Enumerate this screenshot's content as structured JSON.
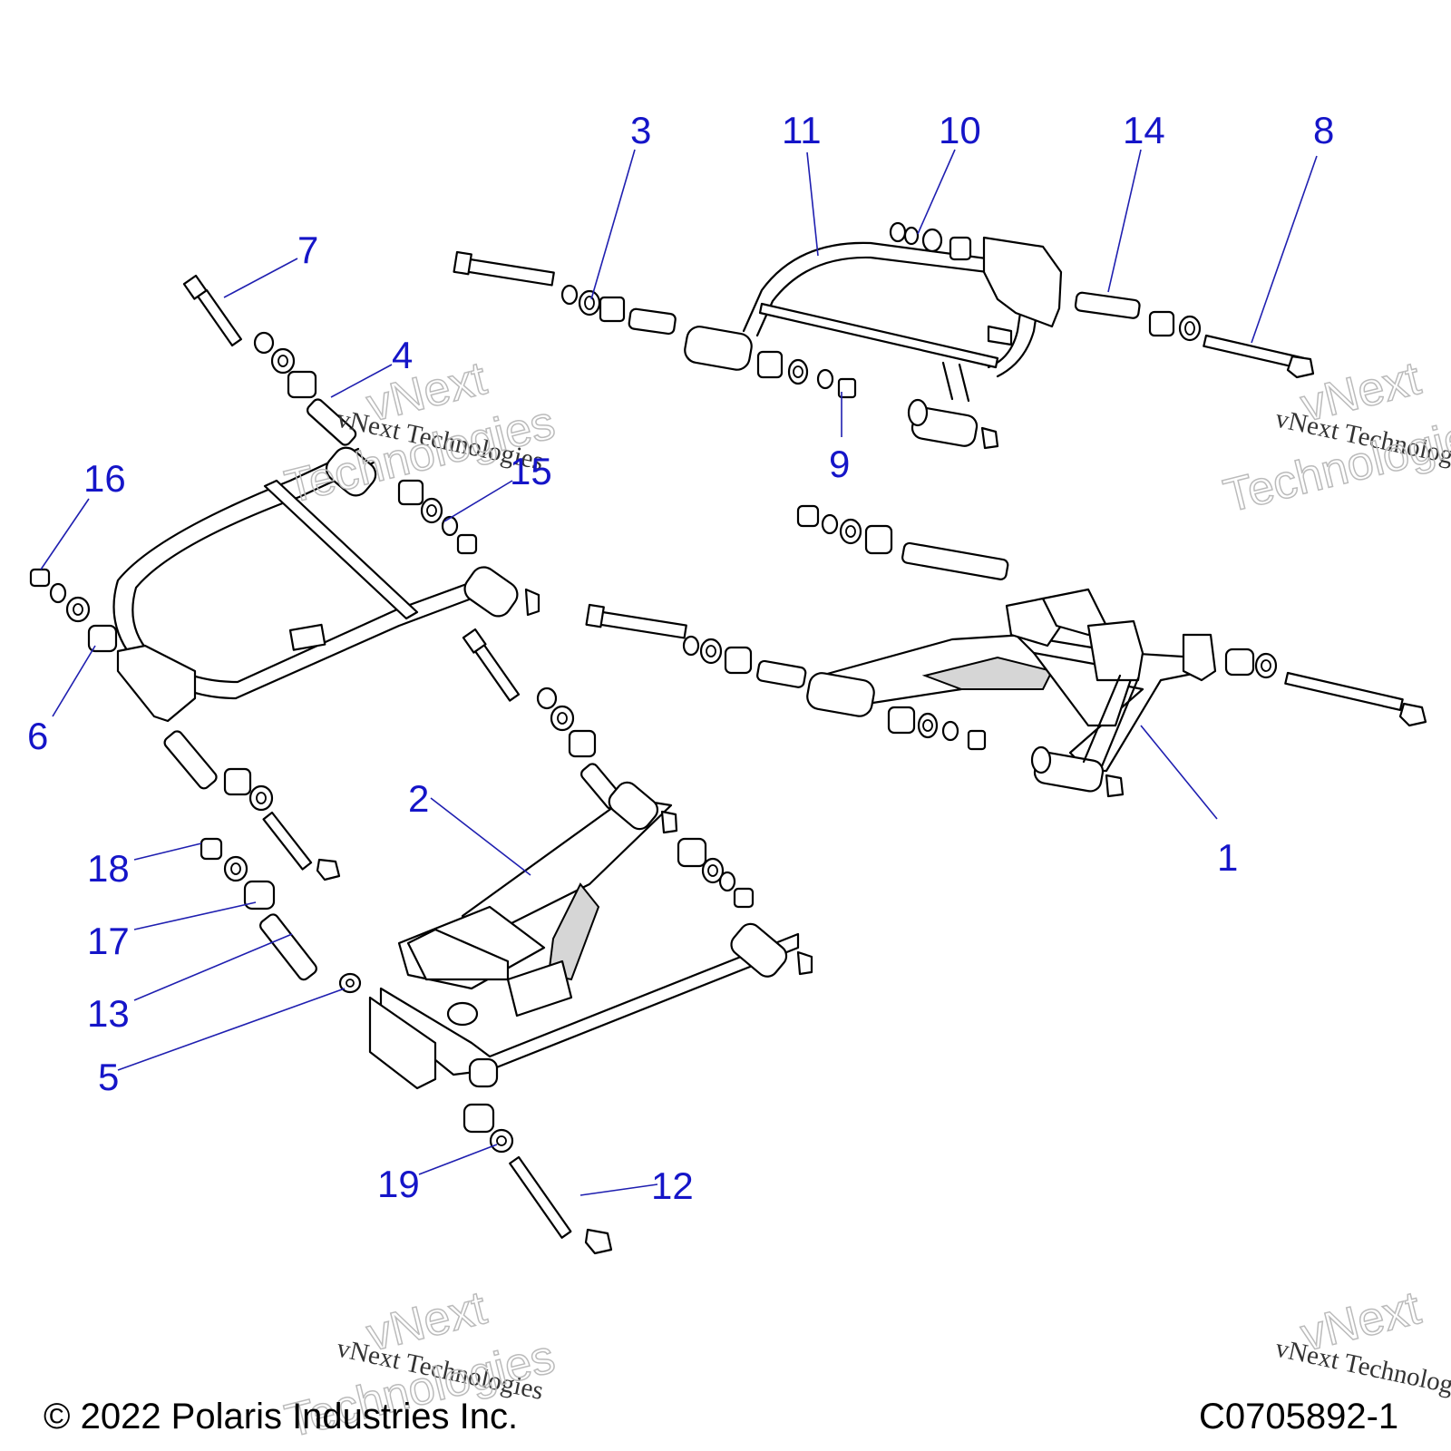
{
  "callouts": [
    {
      "id": "1",
      "label": "1"
    },
    {
      "id": "2",
      "label": "2"
    },
    {
      "id": "3",
      "label": "3"
    },
    {
      "id": "4",
      "label": "4"
    },
    {
      "id": "5",
      "label": "5"
    },
    {
      "id": "6",
      "label": "6"
    },
    {
      "id": "7",
      "label": "7"
    },
    {
      "id": "8",
      "label": "8"
    },
    {
      "id": "9",
      "label": "9"
    },
    {
      "id": "10",
      "label": "10"
    },
    {
      "id": "11",
      "label": "11"
    },
    {
      "id": "12",
      "label": "12"
    },
    {
      "id": "13",
      "label": "13"
    },
    {
      "id": "14",
      "label": "14"
    },
    {
      "id": "15",
      "label": "15"
    },
    {
      "id": "16",
      "label": "16"
    },
    {
      "id": "17",
      "label": "17"
    },
    {
      "id": "18",
      "label": "18"
    },
    {
      "id": "19",
      "label": "19"
    }
  ],
  "watermark": {
    "line1": "vNext Technologies",
    "line2a": "vNext",
    "line2b": "Technologies"
  },
  "footer": {
    "copyright": "© 2022 Polaris Industries Inc.",
    "drawing_id": "C0705892-1"
  },
  "colors": {
    "callout": "#1515c8",
    "leader": "#1f1fb0",
    "line": "#000000",
    "shade": "#d6d6d6"
  }
}
